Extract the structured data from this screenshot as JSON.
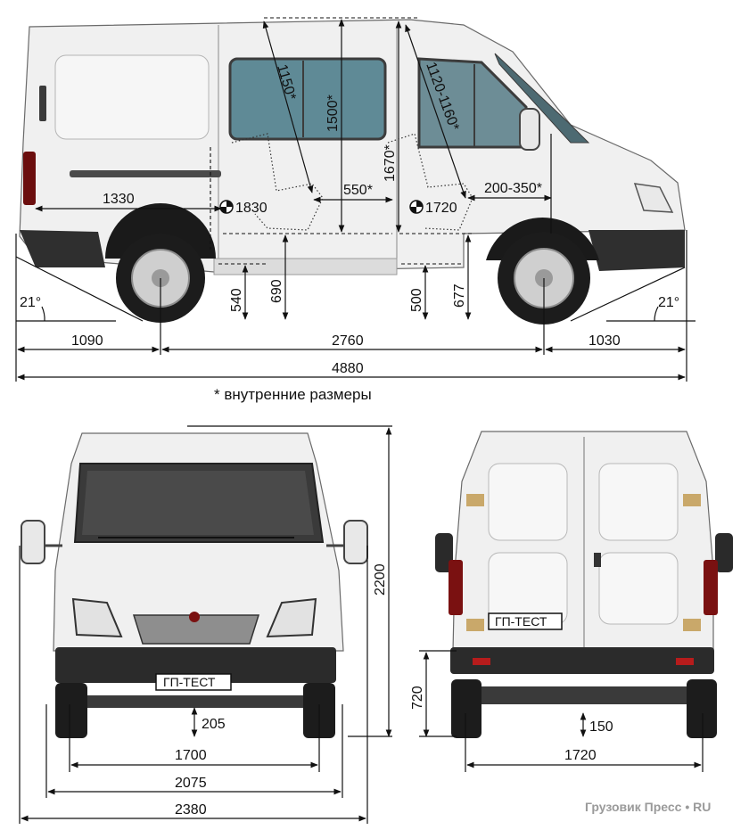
{
  "note": "* внутренние размеры",
  "watermark": "Грузовик Пресс • RU",
  "plate_text": "ГП-ТЕСТ",
  "colors": {
    "body": "#f1f1f1",
    "bumper": "#2b2b2b",
    "glass": "#5f8a96",
    "tyre": "#1c1c1c",
    "rim": "#cfcfcf",
    "line": "#111111"
  },
  "side_view": {
    "overhang_front": "1030",
    "wheelbase": "2760",
    "overhang_rear": "1090",
    "length": "4880",
    "approach_angle": "21°",
    "departure_angle": "21°",
    "cargo_length": "1330",
    "rear_compartment": "1830",
    "front_compartment": "1720",
    "door_width": "550*",
    "seat_range": "200-350*",
    "diag_rear": "1150*",
    "interior_height": "1500*",
    "diag_front": "1120-1160*",
    "cabin_height": "1670*",
    "step_rear": "540",
    "floor_rear": "690",
    "step_front": "500",
    "floor_front": "677"
  },
  "front_view": {
    "height": "2200",
    "clearance": "205",
    "track": "1700",
    "body_width": "2075",
    "width_mirrors": "2380"
  },
  "rear_view": {
    "clearance": "150",
    "track": "1720",
    "floor_height": "720"
  }
}
